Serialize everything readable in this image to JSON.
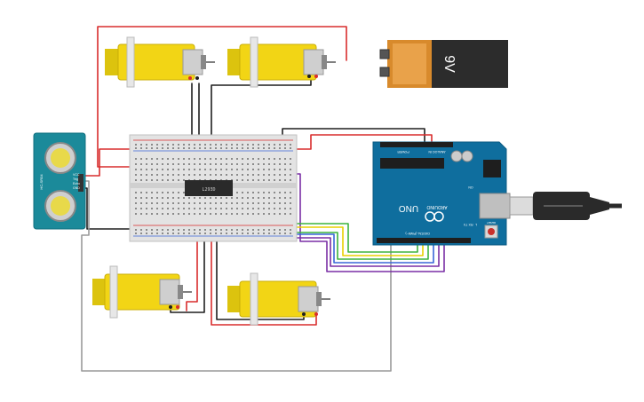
{
  "battery": {
    "label": "9V"
  },
  "ultrasonic": {
    "pins": [
      "VCC",
      "Trig",
      "Echo",
      "GND"
    ],
    "model": "HC-SR04"
  },
  "driver_chip": {
    "label": "L293D"
  },
  "arduino": {
    "brand": "ARDUINO",
    "model": "UNO",
    "power_header": "POWER",
    "analog_header": "ANALOG IN",
    "digital_header": "DIGITAL (PWM~)",
    "on_label": "ON",
    "tx_label": "TX",
    "rx_label": "RX",
    "l_label": "L",
    "reset_label": "RESET"
  },
  "colors": {
    "red_wire": "#d92d2d",
    "black_wire": "#1f1f1f",
    "gray_wire": "#9a9a9a",
    "green_wire": "#3db33d",
    "yellow_wire": "#e8d000",
    "purple_wire": "#7a2fa5",
    "blue_wire": "#3a66d9",
    "arduino_blue": "#0f6e9e",
    "motor_yellow": "#f2d515",
    "sensor_teal": "#1b8a9a"
  },
  "icons": [
    "gear-motor-icon",
    "battery-icon",
    "usb-plug-icon",
    "ultrasonic-sensor-icon",
    "breadboard-icon",
    "arduino-board-icon",
    "ic-chip-icon"
  ]
}
